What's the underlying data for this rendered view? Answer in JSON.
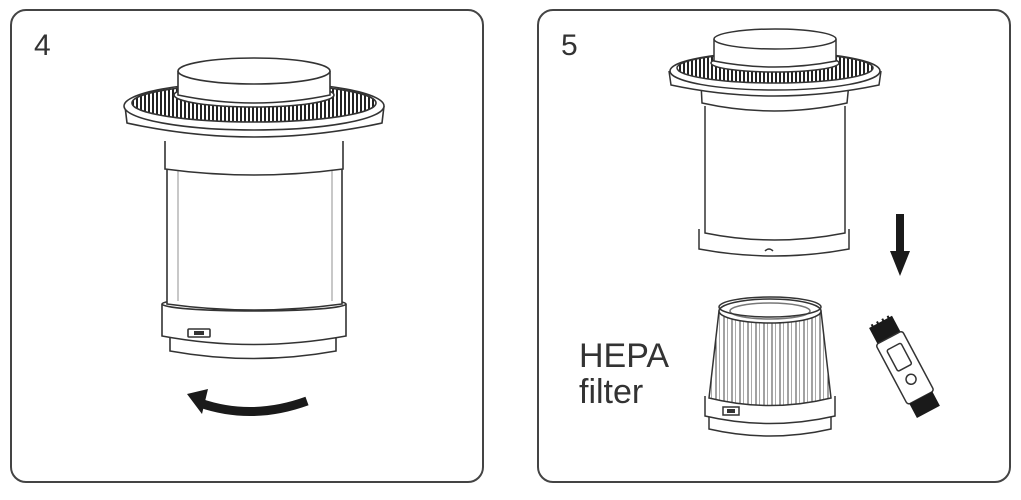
{
  "steps": [
    {
      "number": "4"
    },
    {
      "number": "5",
      "hepa_label_line1": "HEPA",
      "hepa_label_line2": "filter"
    }
  ],
  "colors": {
    "stroke": "#333333",
    "fill_dark": "#1a1a1a",
    "background": "#ffffff"
  },
  "icons": [
    "rotate-arrow-icon",
    "down-arrow-icon",
    "cleaning-brush-icon"
  ]
}
